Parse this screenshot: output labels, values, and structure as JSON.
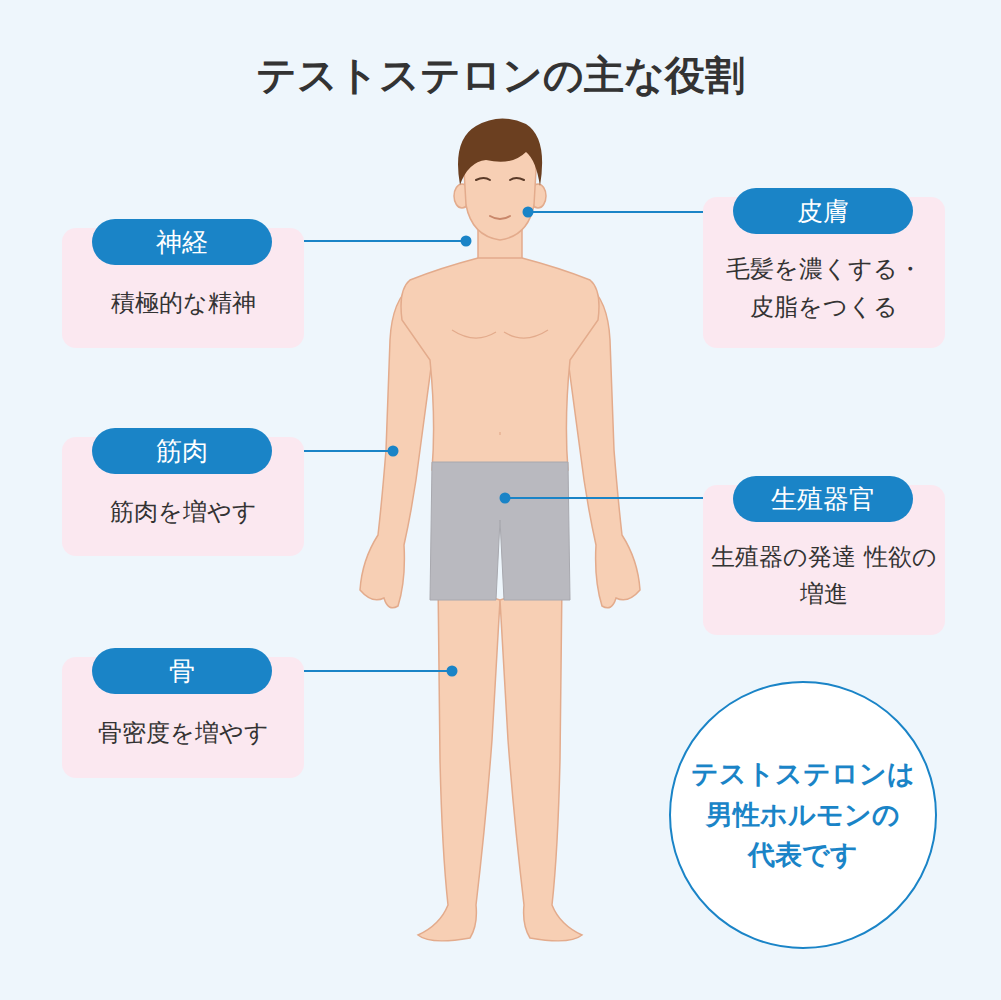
{
  "diagram": {
    "title": "テストステロンの主な役割",
    "nodes": [
      {
        "text": [
          "神経",
          "積極的な精神"
        ]
      },
      {
        "text": [
          "皮膚",
          "毛髪を濃くする・ 皮脂をつくる"
        ]
      },
      {
        "text": [
          "筋肉",
          "筋肉を増やす"
        ]
      },
      {
        "text": [
          "生殖器官",
          "生殖器の発達 性欲の増進"
        ]
      },
      {
        "text": [
          "骨",
          "骨密度を増やす"
        ]
      },
      {
        "text": [
          "テストステロンは 男性ホルモンの 代表です"
        ]
      }
    ]
  }
}
